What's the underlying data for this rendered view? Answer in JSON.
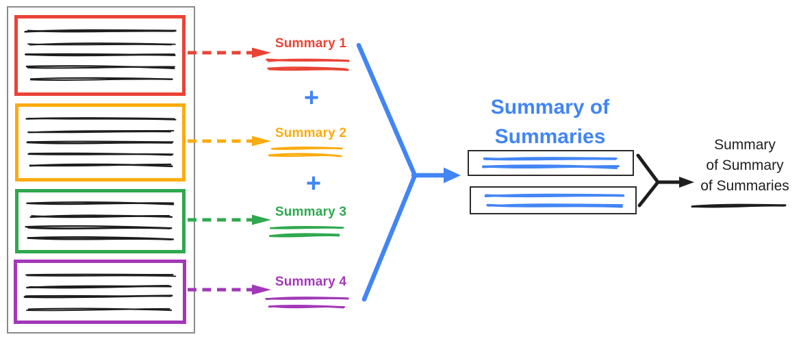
{
  "colors": {
    "red": "#EA4335",
    "orange": "#FCAB10",
    "green": "#2FA84F",
    "purple": "#A238B8",
    "blue": "#4285F4",
    "ink": "#1E1E1E",
    "doc_border": "#8A8A8A"
  },
  "source_document": {
    "chunks": [
      {
        "id": "chunk-1",
        "color": "red",
        "text_lines": 5
      },
      {
        "id": "chunk-2",
        "color": "orange",
        "text_lines": 5
      },
      {
        "id": "chunk-3",
        "color": "green",
        "text_lines": 4
      },
      {
        "id": "chunk-4",
        "color": "purple",
        "text_lines": 4
      }
    ]
  },
  "chunk_summaries": [
    {
      "label": "Summary 1",
      "color": "red"
    },
    {
      "label": "Summary 2",
      "color": "orange"
    },
    {
      "label": "Summary 3",
      "color": "green"
    },
    {
      "label": "Summary 4",
      "color": "purple"
    }
  ],
  "plus_operator": "+",
  "summary_of_summaries": {
    "title_lines": [
      "Summary of",
      "Summaries"
    ],
    "text_boxes": 2
  },
  "final_summary": {
    "title_lines": [
      "Summary",
      "of Summary",
      "of Summaries"
    ]
  }
}
